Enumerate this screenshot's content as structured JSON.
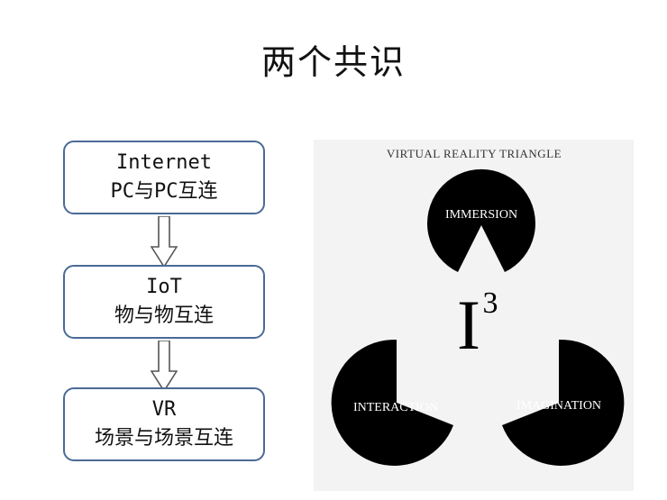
{
  "page": {
    "title": "两个共识"
  },
  "flow": {
    "boxes": [
      {
        "line1": "Internet",
        "line2": "PC与PC互连"
      },
      {
        "line1": "IoT",
        "line2": "物与物互连"
      },
      {
        "line1": "VR",
        "line2": "场景与场景互连"
      }
    ]
  },
  "vr_triangle": {
    "heading": "VIRTUAL REALITY TRIANGLE",
    "immersion": "IMMERSION",
    "interaction": "INTERACTION",
    "imagination": "IMAGINATION",
    "center_letter": "I",
    "center_exponent": "3"
  }
}
